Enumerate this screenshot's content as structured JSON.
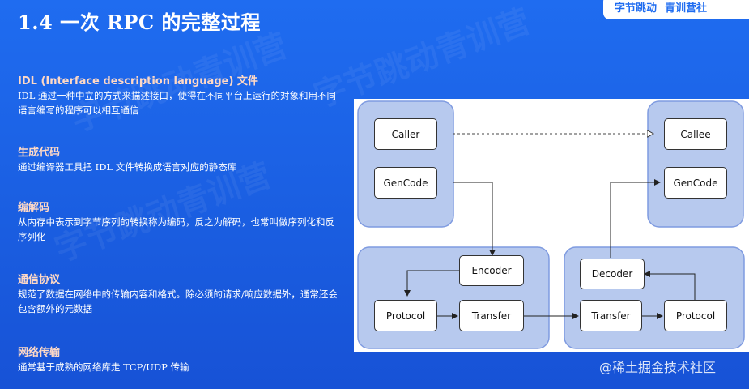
{
  "slide": {
    "title": "1.4 一次 RPC 的完整过程",
    "logo_left": "字节跳动",
    "logo_right": "青训营社"
  },
  "sections": [
    {
      "heading": "IDL (Interface description language) 文件",
      "body": "IDL 通过一种中立的方式来描述接口，使得在不同平台上运行的对象和用不同语言编写的程序可以相互通信"
    },
    {
      "heading": "生成代码",
      "body": "通过编译器工具把 IDL 文件转换成语言对应的静态库"
    },
    {
      "heading": "编解码",
      "body": "从内存中表示到字节序列的转换称为编码，反之为解码，也常叫做序列化和反序列化"
    },
    {
      "heading": "通信协议",
      "body": "规范了数据在网络中的传输内容和格式。除必须的请求/响应数据外，通常还会包含额外的元数据"
    },
    {
      "heading": "网络传输",
      "body": "通常基于成熟的网络库走 TCP/UDP 传输"
    }
  ],
  "diagram": {
    "caller": "Caller",
    "gencode_left": "GenCode",
    "callee": "Callee",
    "gencode_right": "GenCode",
    "encoder": "Encoder",
    "protocol_left": "Protocol",
    "transfer_left": "Transfer",
    "decoder": "Decoder",
    "transfer_right": "Transfer",
    "protocol_right": "Protocol"
  },
  "footer_watermark": "@稀土掘金技术社区",
  "colors": {
    "background": "#1f6cf0",
    "heading": "#ffd9c6",
    "group_fill": "#b7c9ee",
    "group_stroke": "#7f9be0"
  }
}
